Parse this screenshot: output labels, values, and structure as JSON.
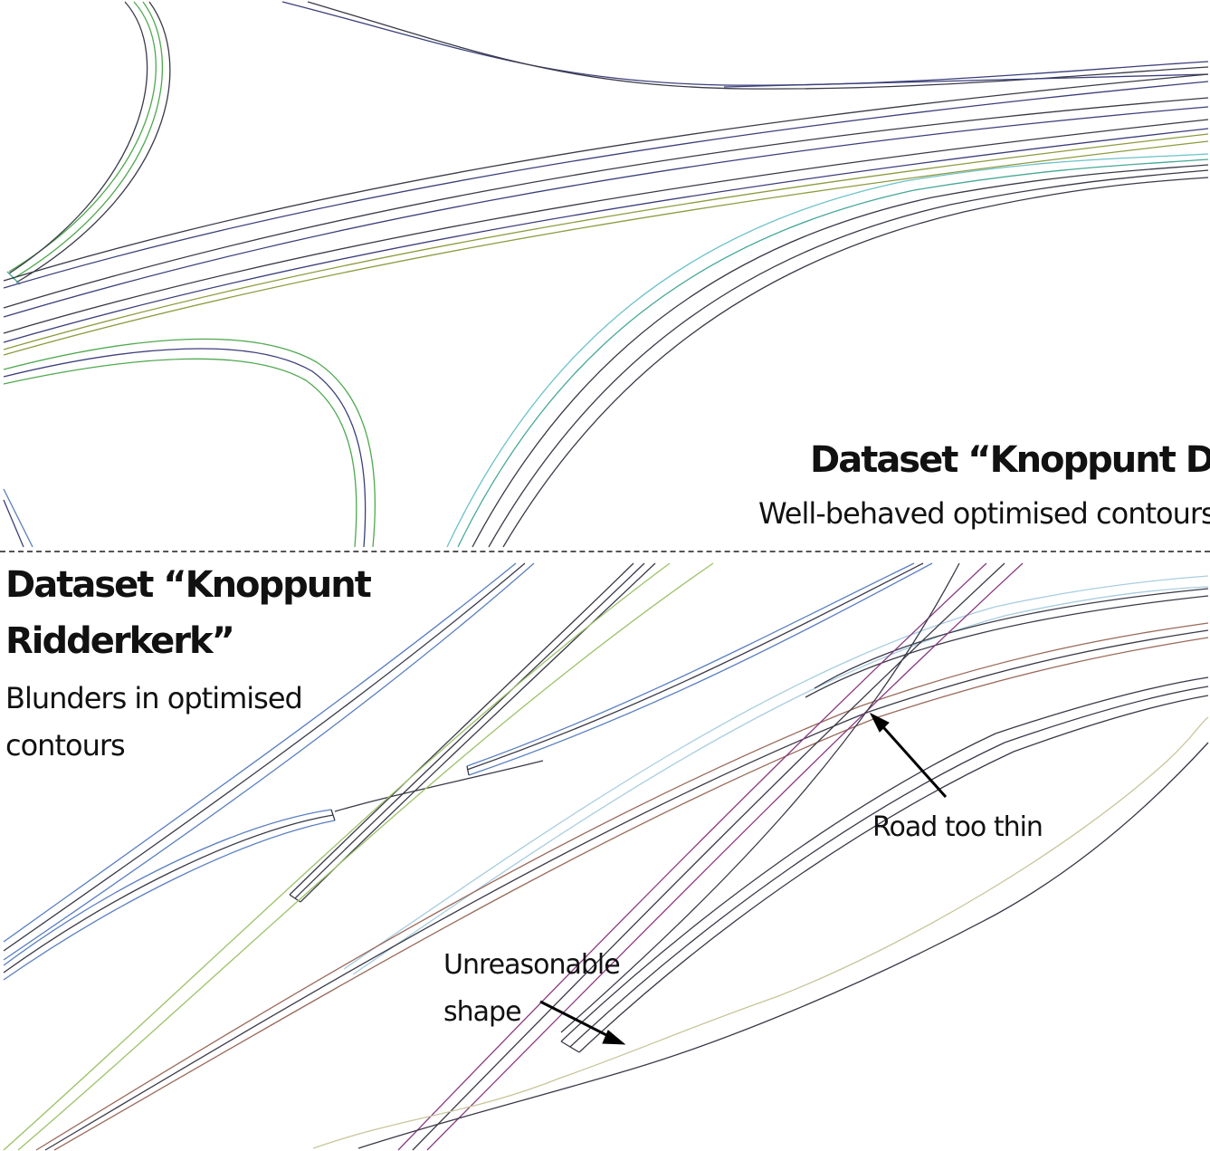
{
  "top_panel": {
    "title": "Dataset “Knoppunt Deil”",
    "subtitle": "Well-behaved optimised contours"
  },
  "bottom_panel": {
    "title_line1": "Dataset “Knoppunt",
    "title_line2": "Ridderkerk”",
    "subtitle_line1": "Blunders in optimised",
    "subtitle_line2": "contours",
    "annotations": {
      "road_too_thin": "Road too thin",
      "unreasonable_shape_line1": "Unreasonable",
      "unreasonable_shape_line2": "shape"
    }
  },
  "colors": {
    "dark_line": "#3a3a48",
    "navy_line": "#3b3f7a",
    "green_line": "#4fa84f",
    "teal_line": "#46a896",
    "olive_line": "#8e9a3e",
    "cyan_line": "#6cc2c9",
    "blue_line": "#5a7fc0",
    "lime_line": "#9dc26a",
    "lightblue_line": "#a8cde0",
    "brown_line": "#9a6a5a",
    "magenta_line": "#8a3a82",
    "khaki_line": "#c8c59a",
    "arrow": "#000000"
  }
}
